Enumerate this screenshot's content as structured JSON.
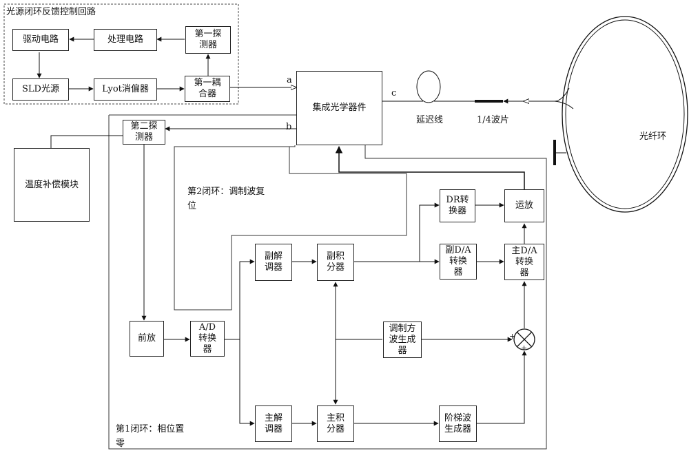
{
  "loops": {
    "light_source": "光源闭环反馈控制回路",
    "loop2": "第2闭环：调制波复\n位",
    "loop1": "第1闭环：相位置\n零"
  },
  "blocks": {
    "drive": "驱动电路",
    "processing": "处理电路",
    "detector1": "第一探\n测器",
    "sld": "SLD光源",
    "lyot": "Lyot消偏器",
    "coupler1": "第一耦\n合器",
    "ioc": "集成光学器件",
    "detector2": "第二探\n测器",
    "temp": "温度补偿模块",
    "preamp": "前放",
    "adc": "A/D\n转换\n器",
    "sub_demod": "副解\n调器",
    "sub_integ": "副积\n分器",
    "dr_conv": "DR转\n换器",
    "opamp": "运放",
    "sub_da": "副D/A\n转换\n器",
    "main_da": "主D/A\n转换\n器",
    "mod_gen": "调制方\n波生成\n器",
    "main_demod": "主解\n调器",
    "main_integ": "主积\n分器",
    "step_gen": "阶梯波\n生成器"
  },
  "components": {
    "delay_line": "延迟线",
    "quarter_wave": "1/4波片",
    "fiber_ring": "光纤环"
  },
  "ports": {
    "a": "a",
    "b": "b",
    "c": "c"
  },
  "adder_signs": {
    "left": "+",
    "bottom": "+"
  }
}
